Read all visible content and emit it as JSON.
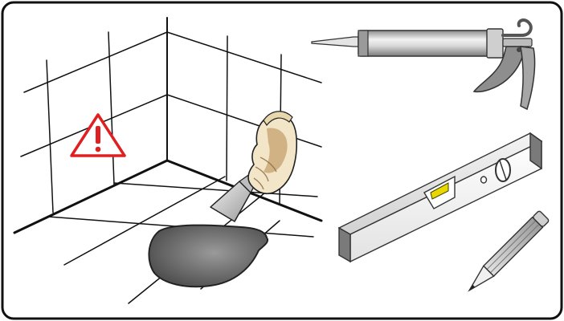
{
  "illustration": {
    "frame": {
      "border_color": "#111111",
      "background": "#ffffff"
    },
    "panels": [
      {
        "id": "tiled-corner",
        "items": [
          "tile-grid",
          "warning-sign",
          "hand-with-scraper",
          "grey-blob"
        ]
      },
      {
        "id": "tools",
        "items": [
          "caulking-gun",
          "spirit-level",
          "pencil"
        ]
      }
    ],
    "colors": {
      "warning_red": "#e02020",
      "level_bubble": "#e8d800",
      "metal_light": "#e6e6e6",
      "metal_dark": "#8a8a8a",
      "blob_grey": "#6e6e6e",
      "glove_tan": "#d2b48c"
    },
    "icons": {
      "warning": "exclamation-triangle",
      "scraper": "putty-knife",
      "caulk": "caulking-gun",
      "level": "spirit-level",
      "pencil": "pencil"
    }
  }
}
